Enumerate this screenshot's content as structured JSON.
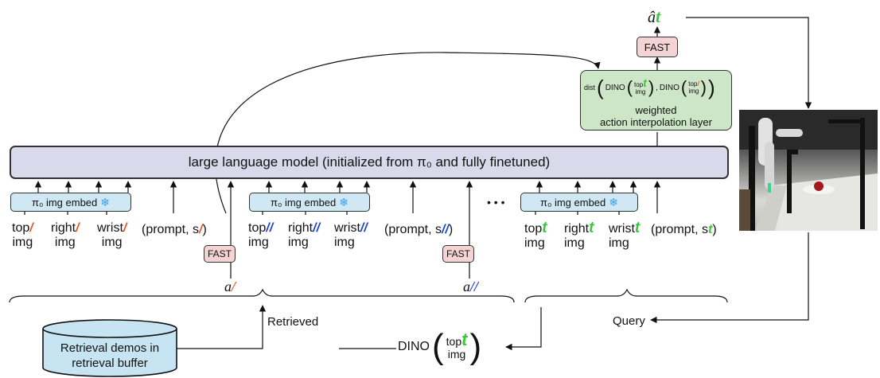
{
  "llm_label": "large language model (initialized from π₀ and fully finetuned)",
  "embed_label": "π₀ img embed",
  "fast_label": "FAST",
  "groups": [
    {
      "mark": "/",
      "mark_color": "#e8552a",
      "inputs": [
        [
          "top",
          "img"
        ],
        [
          "right",
          "img"
        ],
        [
          "wrist",
          "img"
        ]
      ],
      "prompt": "(prompt, s",
      "action": "a"
    },
    {
      "mark": "//",
      "mark_color": "#1f3fd6",
      "inputs": [
        [
          "top",
          "img"
        ],
        [
          "right",
          "img"
        ],
        [
          "wrist",
          "img"
        ]
      ],
      "prompt": "(prompt, s",
      "action": "a"
    },
    {
      "mark": "t",
      "mark_color": "#3cc63c",
      "inputs": [
        [
          "top",
          "img"
        ],
        [
          "right",
          "img"
        ],
        [
          "wrist",
          "img"
        ]
      ],
      "prompt": "(prompt, s"
    }
  ],
  "ellipsis": "• • •",
  "weighting": {
    "dist": "dist",
    "dino": "DINO",
    "top": "top",
    "img": "img",
    "line1": "weighted",
    "line2": "action interpolation layer"
  },
  "output_label": "â",
  "retrieved_label": "Retrieved",
  "query_label": "Query",
  "buffer_label_line1": "Retrieval demos in",
  "buffer_label_line2": "retrieval buffer",
  "dino_query": {
    "dino": "DINO",
    "top": "top",
    "img": "img"
  }
}
